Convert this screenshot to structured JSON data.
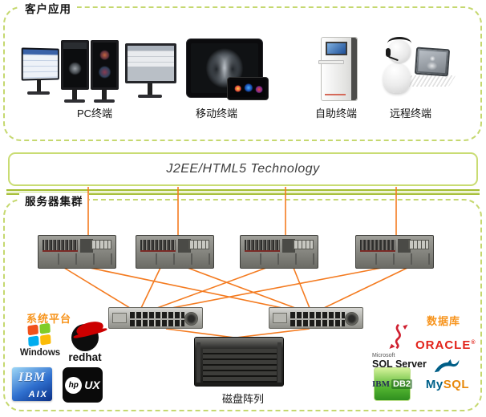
{
  "client": {
    "box_label": "客户应用",
    "terminals": [
      {
        "id": "pc",
        "label": "PC终端"
      },
      {
        "id": "mobile",
        "label": "移动终端"
      },
      {
        "id": "kiosk",
        "label": "自助终端"
      },
      {
        "id": "remote",
        "label": "远程终端"
      }
    ]
  },
  "middleware": {
    "label": "J2EE/HTML5 Technology"
  },
  "cluster": {
    "box_label": "服务器集群",
    "storage_label": "磁盘阵列",
    "platform": {
      "label": "系统平台",
      "windows": "Windows",
      "redhat": "redhat",
      "ibm": "IBM",
      "aix": "AIX",
      "hp": "hp",
      "ux": "UX"
    },
    "database": {
      "label": "数据库",
      "microsoft": "Microsoft",
      "sqlserver": "SQL Server",
      "oracle": "ORACLE",
      "ibm": "IBM",
      "db2": "DB2",
      "my": "My",
      "sql": "SQL"
    }
  },
  "colors": {
    "box_border_green": "#c5d86f",
    "bus_green": "#a4be33",
    "link_orange": "#f47b20",
    "section_label_orange": "#f7941d",
    "oracle_red": "#e2231a",
    "mysql_blue": "#00618a",
    "mysql_orange": "#e8890c"
  }
}
